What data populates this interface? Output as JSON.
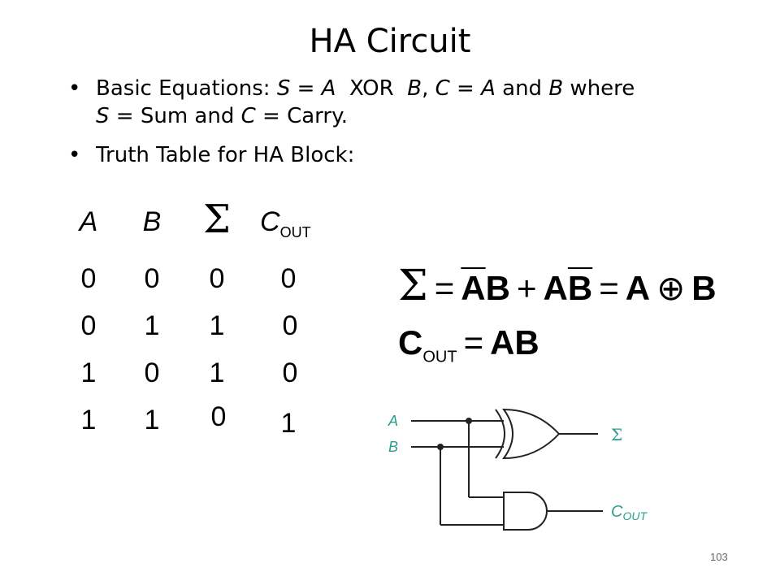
{
  "title": "HA Circuit",
  "bullets": [
    {
      "prefix": "Basic Equations: ",
      "s": "S",
      "eq1": " = ",
      "a1": "A",
      "xor": "  XOR  ",
      "b1": "B",
      "sep": ", ",
      "c": "C",
      "eq2": " = ",
      "a2": "A",
      "and": " and ",
      "b2": "B",
      "where": " where",
      "s2": "S",
      "sum": " = Sum and ",
      "c2": "C",
      "carry": " = Carry."
    },
    {
      "text": "Truth Table for HA Block:"
    }
  ],
  "truth_table": {
    "headers": {
      "a": "A",
      "b": "B",
      "sum": "Σ",
      "cout": "C",
      "cout_sub": "OUT"
    },
    "rows": [
      [
        "0",
        "0",
        "0",
        "0"
      ],
      [
        "0",
        "1",
        "1",
        "0"
      ],
      [
        "1",
        "0",
        "1",
        "0"
      ],
      [
        "1",
        "1",
        "0",
        "1"
      ]
    ]
  },
  "equations": {
    "sum": {
      "sigma": "Σ",
      "eq": "=",
      "t1a": "A",
      "t1b": "B",
      "plus": "+",
      "t2a": "A",
      "t2b": "B",
      "eq2": "=",
      "a": "A",
      "xor": "⊕",
      "b": "B"
    },
    "cout": {
      "c": "C",
      "sub": "OUT",
      "eq": "=",
      "rhs": "AB"
    }
  },
  "circuit": {
    "input_a": "A",
    "input_b": "B",
    "output_sum": "Σ",
    "output_cout": "C",
    "output_cout_sub": "OUT",
    "label_color": "#2a9d8f"
  },
  "page_number": "103"
}
